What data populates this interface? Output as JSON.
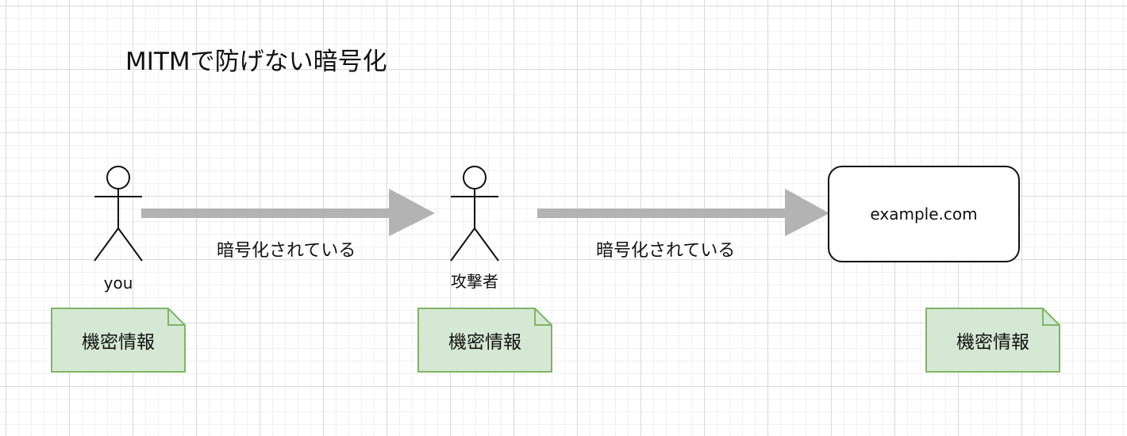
{
  "title": "MITMで防げない暗号化",
  "actors": {
    "user": {
      "label": "you",
      "icon": "stick-figure-icon"
    },
    "attacker": {
      "label": "攻撃者",
      "icon": "stick-figure-icon"
    }
  },
  "server": {
    "label": "example.com"
  },
  "edges": [
    {
      "label": "暗号化されている",
      "color": "#b3b3b3"
    },
    {
      "label": "暗号化されている",
      "color": "#b3b3b3"
    }
  ],
  "notes": [
    {
      "label": "機密情報"
    },
    {
      "label": "機密情報"
    },
    {
      "label": "機密情報"
    }
  ],
  "colors": {
    "note_fill": "#d5e8d4",
    "note_stroke": "#82b366",
    "arrow": "#b3b3b3",
    "grid": "#d9d9d9"
  }
}
